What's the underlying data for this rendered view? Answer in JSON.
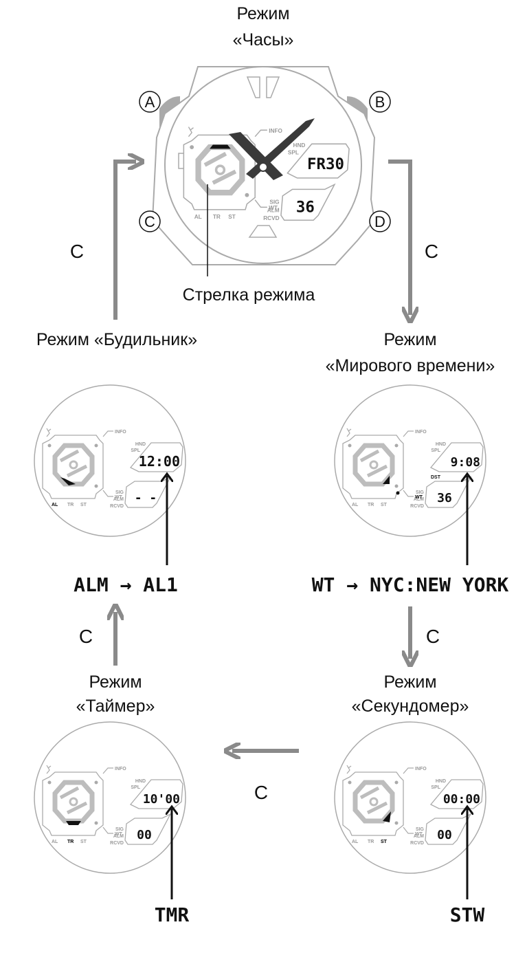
{
  "title": {
    "line1": "Режим",
    "line2": "«Часы»"
  },
  "buttons": {
    "a": "A",
    "b": "B",
    "c": "C",
    "d": "D"
  },
  "mode_hand_label": "Стрелка режима",
  "press_label": "C",
  "face_labels": {
    "info": "INFO",
    "hnd": "HND",
    "spl": "SPL",
    "sig": "SIG",
    "alm": "ALM",
    "rcvd": "RCVD",
    "wt": "WT",
    "al": "AL",
    "tr": "TR",
    "st": "ST"
  },
  "modes": {
    "timekeeping": {
      "upper": "FR30",
      "lower": "36"
    },
    "alarm": {
      "title": "Режим «Будильник»",
      "upper": "12:00",
      "lower": "- -",
      "active": "AL",
      "code": "ALM → AL1"
    },
    "world_time": {
      "title1": "Режим",
      "title2": "«Мирового времени»",
      "upper": "9:08",
      "dst": "DST",
      "lower": "36",
      "active": "WT",
      "code": "WT → NYC:NEW YORK"
    },
    "timer": {
      "title1": "Режим",
      "title2": "«Таймер»",
      "upper": "10'00",
      "lower": "00",
      "active": "TR",
      "code": "TMR"
    },
    "stopwatch": {
      "title1": "Режим",
      "title2": "«Секундомер»",
      "upper": "00:00",
      "lower": "00",
      "active": "ST",
      "code": "STW"
    }
  },
  "colors": {
    "flow_arrow": "#8a8a8a",
    "outline": "#a8a8a8",
    "subdial": "#bdbdbd",
    "ink": "#111111"
  }
}
